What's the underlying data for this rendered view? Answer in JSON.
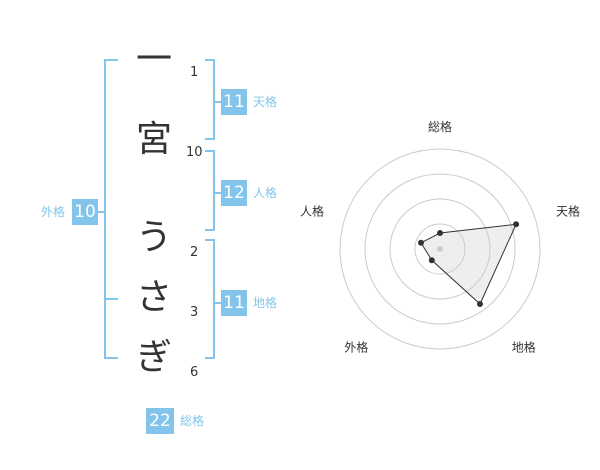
{
  "name": {
    "chars": [
      {
        "char": "一",
        "strokes": "1"
      },
      {
        "char": "宮",
        "strokes": "10"
      },
      {
        "char": "う",
        "strokes": "2"
      },
      {
        "char": "さ",
        "strokes": "3"
      },
      {
        "char": "ぎ",
        "strokes": "6"
      }
    ]
  },
  "kakusu": {
    "tenkaku": {
      "label": "天格",
      "value": "11"
    },
    "jinkaku": {
      "label": "人格",
      "value": "12"
    },
    "chikaku": {
      "label": "地格",
      "value": "11"
    },
    "gaikaku": {
      "label": "外格",
      "value": "10"
    },
    "soukaku": {
      "label": "総格",
      "value": "22"
    }
  },
  "colors": {
    "accent": "#83c5ea",
    "text": "#333333",
    "grid": "#cccccc"
  },
  "chart_data": {
    "type": "radar",
    "axes": [
      "総格",
      "天格",
      "地格",
      "外格",
      "人格"
    ],
    "values": [
      0.16,
      0.8,
      0.68,
      0.14,
      0.2
    ],
    "range": [
      0,
      1
    ],
    "rings": 4
  }
}
